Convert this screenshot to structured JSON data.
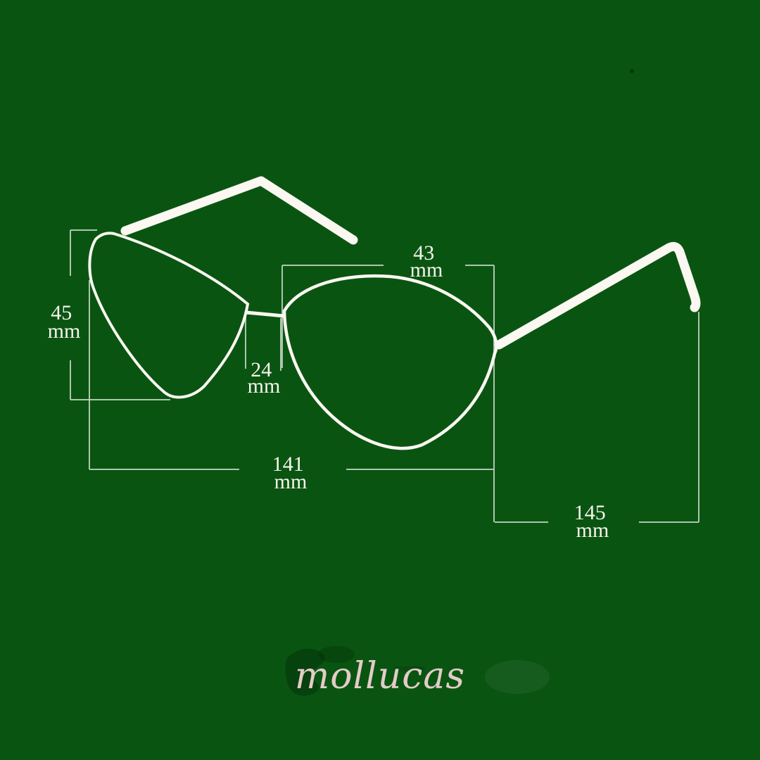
{
  "colors": {
    "bg": "#0a5412",
    "line": "#c9dbc9",
    "frame": "#faf8f1",
    "text": "#f6f4ec",
    "brand": "#e3ccc8"
  },
  "brand": {
    "name": "mollucas"
  },
  "diagram": {
    "measurements": {
      "lens_height_left": {
        "value": "45",
        "unit": "mm"
      },
      "lens_height_right": {
        "value": "43",
        "unit": "mm"
      },
      "bridge_width": {
        "value": "24",
        "unit": "mm"
      },
      "frame_width": {
        "value": "141",
        "unit": "mm"
      },
      "temple_length": {
        "value": "145",
        "unit": "mm"
      }
    }
  }
}
